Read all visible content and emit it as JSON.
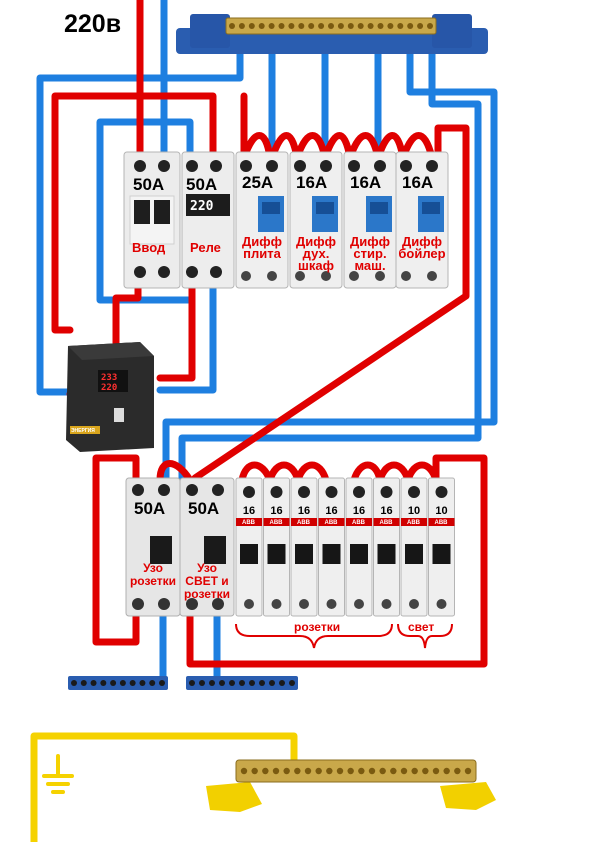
{
  "header": {
    "voltage": "220в"
  },
  "colors": {
    "phase": "#e00000",
    "neutral": "#1e7fe0",
    "earth": "#f5d200",
    "bus_blue": "#2a5db0",
    "bus_yellow": "#f2d000"
  },
  "top_row": {
    "main": {
      "rating": "50А",
      "label": "Ввод"
    },
    "relay": {
      "rating": "50А",
      "label": "Реле",
      "display": "220"
    },
    "rcbos": [
      {
        "rating": "25А",
        "line1": "Дифф",
        "line2": "плита"
      },
      {
        "rating": "16А",
        "line1": "Дифф",
        "line2": "дух.",
        "line3": "шкаф"
      },
      {
        "rating": "16А",
        "line1": "Дифф",
        "line2": "стир.",
        "line3": "маш."
      },
      {
        "rating": "16А",
        "line1": "Дифф",
        "line2": "бойлер"
      }
    ]
  },
  "stabilizer": {
    "reading_top": "233",
    "reading_bottom": "220",
    "brand": "ЭНЕРГИЯ"
  },
  "bottom_row": {
    "rcds": [
      {
        "rating": "50А",
        "line1": "Узо",
        "line2": "розетки"
      },
      {
        "rating": "50А",
        "line1": "Узо",
        "line2": "СВЕТ и",
        "line3": "розетки"
      }
    ],
    "breakers": [
      "16",
      "16",
      "16",
      "16",
      "16",
      "16",
      "10",
      "10"
    ],
    "brand": "ABB",
    "group_sockets": "розетки",
    "group_light": "свет"
  }
}
